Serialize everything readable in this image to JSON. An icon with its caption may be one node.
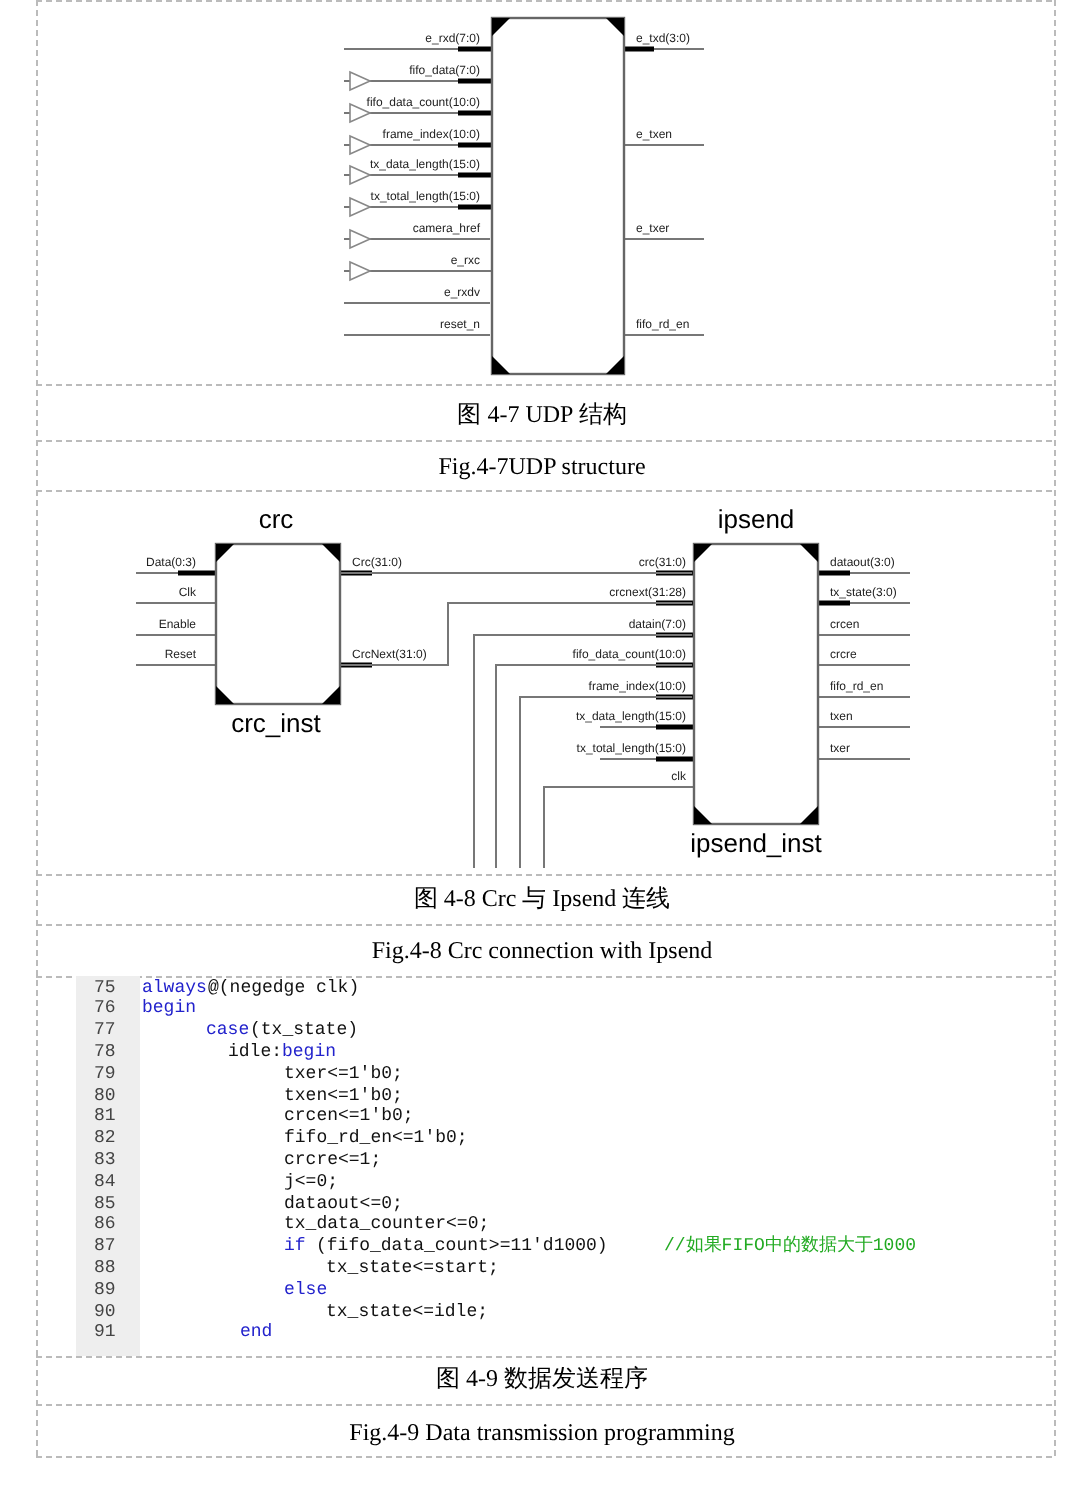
{
  "diagram": {
    "nodes": [
      {
        "text": [],
        "shape": "box",
        "beside": [
          "e_rxd(7:0)",
          "e_txd(3:0)",
          "fifo_data(7:0)",
          "fifo_data_count(10:0)",
          "frame_index(10:0)",
          "e_txen",
          "tx_data_length(15:0)",
          "tx_total_length(15:0)",
          "camera_href",
          "e_txer",
          "e_rxc",
          "e_rxdv",
          "reset_n",
          "fifo_rd_en"
        ]
      },
      {
        "text": [
          "crc",
          "crc_inst"
        ],
        "beside": [
          "Data(0:3)",
          "Crc(31:0)",
          "Clk",
          "Enable",
          "Reset",
          "CrcNext(31:0)"
        ]
      },
      {
        "text": [
          "ipsend",
          "ipsend_inst"
        ],
        "beside": [
          "crc(31:0)",
          "dataout(3:0)",
          "crcnext(31:28)",
          "tx_state(3:0)",
          "datain(7:0)",
          "crcen",
          "fifo_data_count(10:0)",
          "crcre",
          "frame_index(10:0)",
          "fifo_rd_en",
          "tx_data_length(15:0)",
          "txen",
          "tx_total_length(15:0)",
          "txer",
          "clk"
        ]
      }
    ],
    "edges": [
      {
        "from": 1,
        "to": 2,
        "arrow": "none"
      },
      {
        "from": 1,
        "to": 2,
        "arrow": "none"
      },
      {
        "from": null,
        "to": 2,
        "arrow": "none"
      },
      {
        "from": null,
        "to": 2,
        "arrow": "none"
      },
      {
        "from": null,
        "to": 2,
        "arrow": "none"
      },
      {
        "from": null,
        "to": 2,
        "arrow": "none"
      }
    ],
    "labels": [
      "图 4-7 UDP 结构",
      "Fig.4-7UDP structure",
      "图 4-8 Crc 与 Ipsend 连线",
      "Fig.4-8 Crc connection with Ipsend",
      "75",
      "always",
      "@(negedge clk)",
      "76",
      "begin",
      "77",
      "case",
      "(tx_state)",
      "78",
      "idle:",
      "begin",
      "79",
      "txer<=1'b0;",
      "80",
      "txen<=1'b0;",
      "81",
      "crcen<=1'b0;",
      "82",
      "fifo_rd_en<=1'b0;",
      "83",
      "crcre<=1;",
      "84",
      "j<=0;",
      "85",
      "dataout<=0;",
      "86",
      "tx_data_counter<=0;",
      "87",
      "if",
      "(fifo_data_count>=11'd1000)",
      "//如果FIFO中的数据大于1000",
      "88",
      "tx_state<=start;",
      "89",
      "else",
      "90",
      "tx_state<=idle;",
      "91",
      "end",
      "图 4-9 数据发送程序",
      "Fig.4-9 Data transmission programming"
    ]
  }
}
